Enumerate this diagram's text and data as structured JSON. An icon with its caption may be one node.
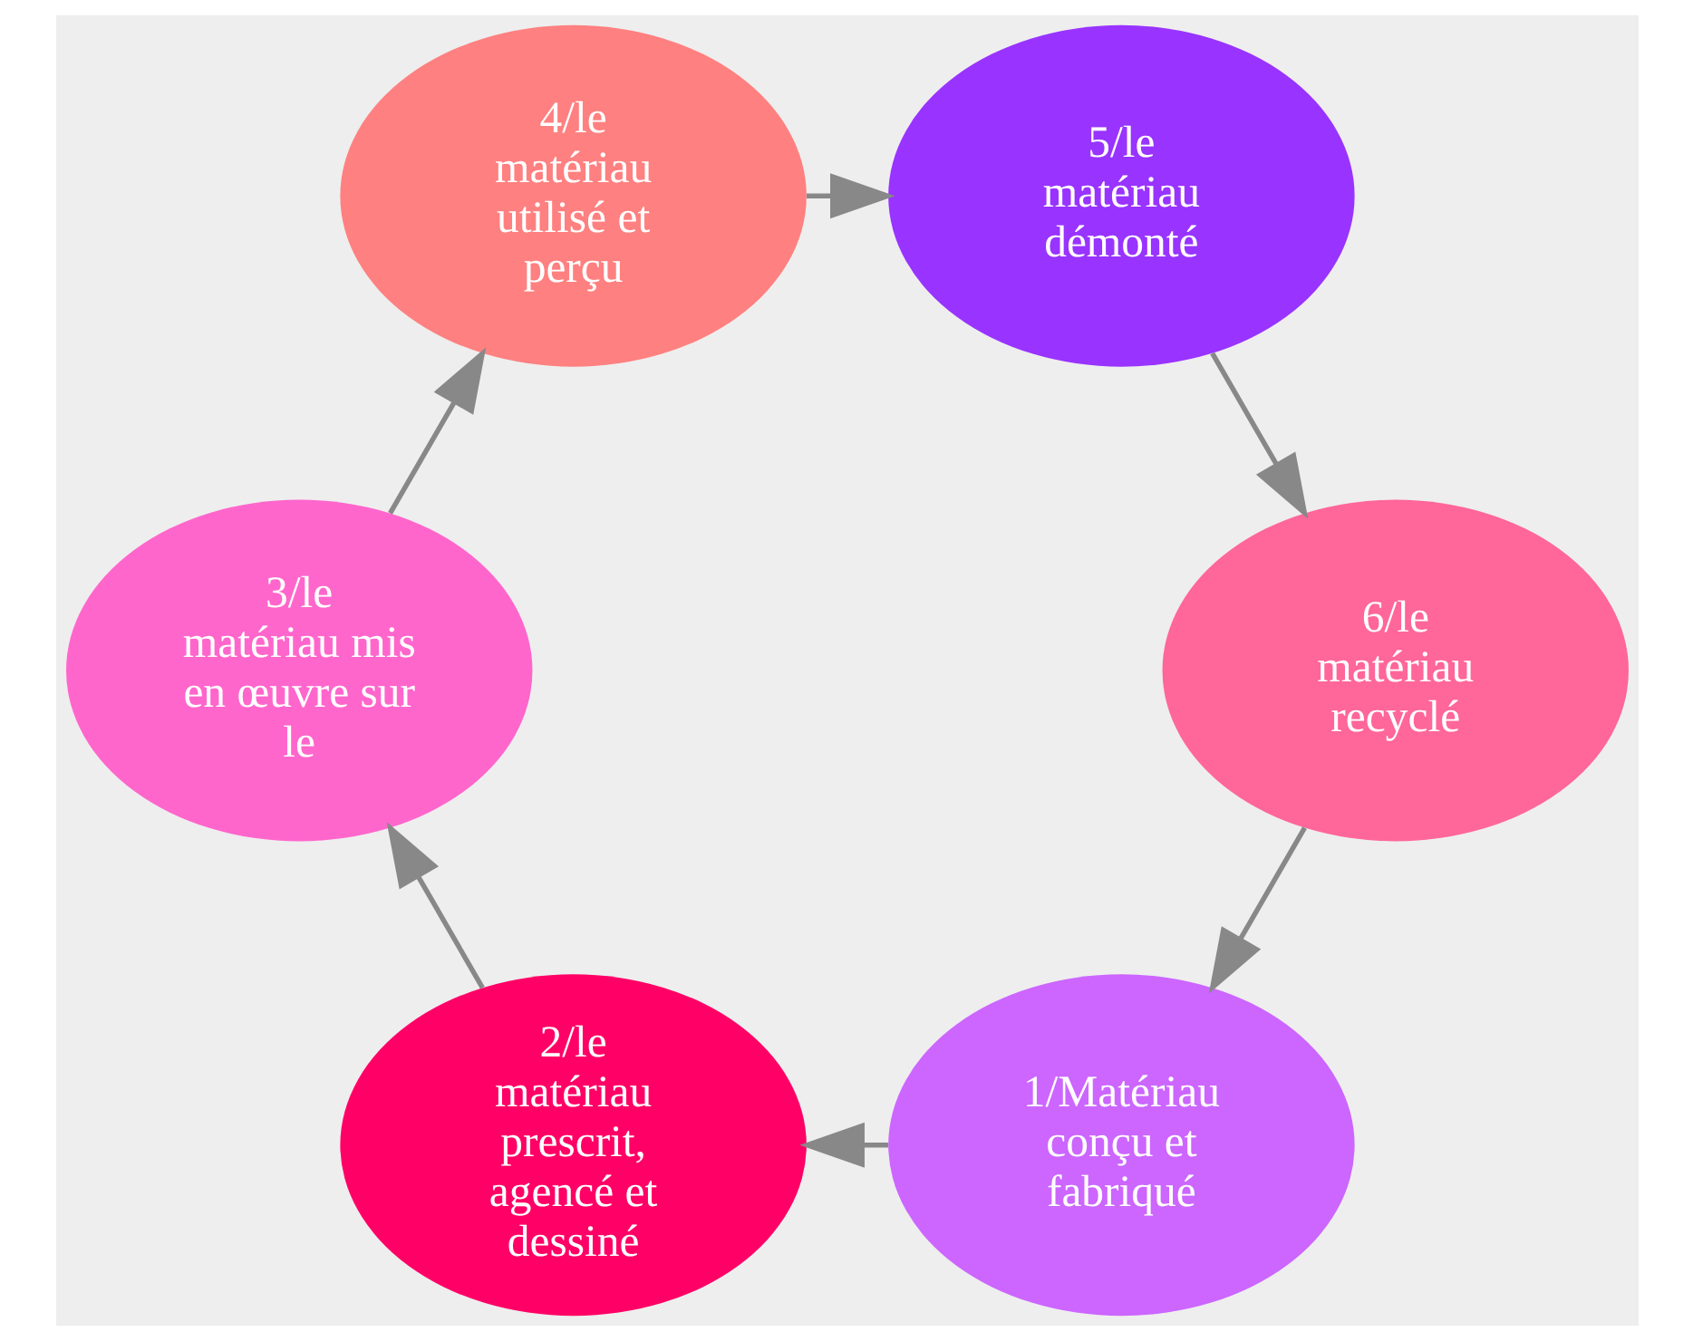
{
  "diagram": {
    "nodes": [
      {
        "text": [
          "1/Matériau conçu et fabriqué"
        ]
      },
      {
        "text": [
          "2/le matériau prescrit, agencé et dessiné"
        ]
      },
      {
        "text": [
          "3/le matériau mis en œuvre sur le"
        ]
      },
      {
        "text": [
          "4/le matériau utilisé et perçu"
        ]
      },
      {
        "text": [
          "5/le matériau démonté"
        ]
      },
      {
        "text": [
          "6/le matériau recyclé"
        ]
      }
    ],
    "edges": [
      {
        "from": 0,
        "to": 1,
        "arrow": "to"
      },
      {
        "from": 1,
        "to": 2,
        "arrow": "to"
      },
      {
        "from": 2,
        "to": 3,
        "arrow": "to"
      },
      {
        "from": 3,
        "to": 4,
        "arrow": "to"
      },
      {
        "from": 4,
        "to": 5,
        "arrow": "to"
      },
      {
        "from": 5,
        "to": 0,
        "arrow": "to"
      }
    ]
  }
}
